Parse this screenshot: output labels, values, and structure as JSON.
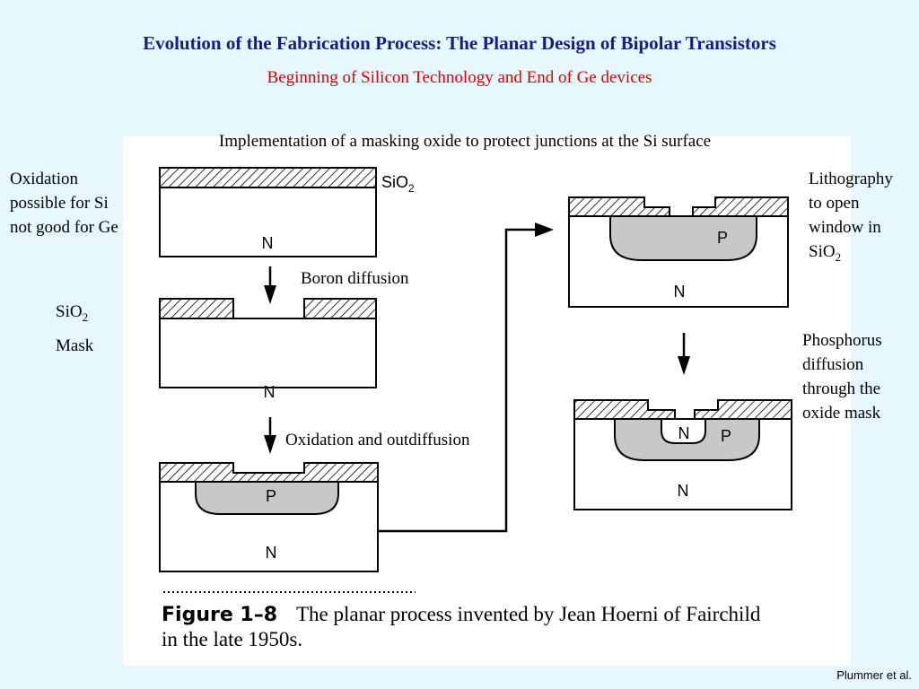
{
  "header": {
    "title": "Evolution of the Fabrication Process: The Planar Design of Bipolar Transistors",
    "subtitle": "Beginning of Silicon Technology and End of Ge devices"
  },
  "figure": {
    "heading": "Implementation of a masking oxide to protect junctions at the Si surface",
    "region_labels": {
      "sio2": "SiO",
      "sio2_sub": "2",
      "n": "N",
      "p": "P"
    },
    "step_labels": {
      "boron": "Boron diffusion",
      "oxidation": "Oxidation and outdiffusion"
    },
    "caption_label": "Figure 1–8",
    "caption_line1": "The planar process invented by Jean Hoerni of Fairchild",
    "caption_line2": "in the late 1950s."
  },
  "annotations": {
    "oxidation_note": [
      "Oxidation",
      "possible for Si",
      "not good for Ge"
    ],
    "mask_sio2": "SiO",
    "mask_sio2_sub": "2",
    "mask_label": "Mask",
    "lithography_note": [
      "Lithography",
      "to open",
      "window in"
    ],
    "lithography_sio2": "SiO",
    "lithography_sio2_sub": "2",
    "phosphorus_note": [
      "Phosphorus",
      "diffusion",
      "through the",
      "oxide mask"
    ]
  },
  "credit": "Plummer et al.",
  "colors": {
    "background": "#e6f7fd",
    "title": "#1a1a8c",
    "subtitle": "#e00000",
    "p_region": "#c8c8c8"
  }
}
